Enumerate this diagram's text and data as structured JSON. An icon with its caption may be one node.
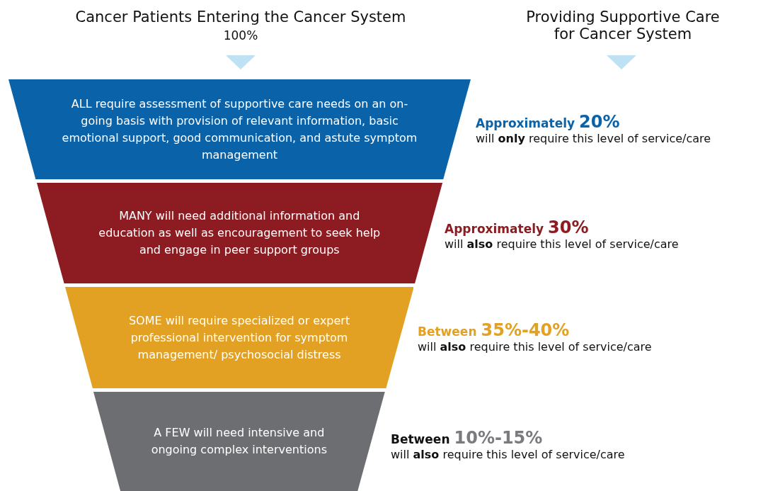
{
  "diagram": {
    "nodes": [
      {
        "text": [
          "ALL require assessment of supportive care needs on an on-going basis with provision of relevant information, basic emotional support, good communication, and astute symptom management"
        ],
        "beside": [
          "Approximately",
          "20%",
          "will **only** require this level of service/care"
        ]
      },
      {
        "text": [
          "MANY will need additional information and education as well as encouragement to seek help and engage in peer support groups"
        ],
        "beside": [
          "Approximately",
          "30%",
          "will **also** require this level of service/care"
        ]
      },
      {
        "text": [
          "SOME will require specialized or expert professional intervention for symptom management/ psychosocial distress"
        ],
        "beside": [
          "Between",
          "35%-40%",
          "will **also** require this level of service/care"
        ]
      },
      {
        "text": [
          "A FEW will need intensive and ongoing complex interventions"
        ],
        "beside": [
          "Between",
          "10%-15%",
          "will **also** require this level of service/care"
        ]
      }
    ],
    "labels": [
      "Cancer Patients Entering the Cancer System",
      "100%",
      "Providing Supportive Care for Cancer System"
    ]
  }
}
